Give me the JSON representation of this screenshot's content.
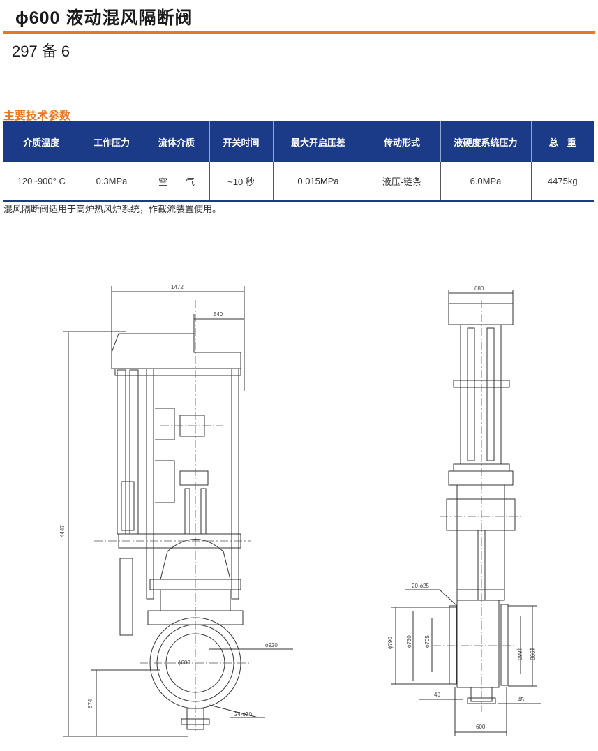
{
  "header": {
    "title": "ϕ600 液动混风隔断阀",
    "code": "297 备 6"
  },
  "section_title": "主要技术参数",
  "table": {
    "columns": [
      "介质温度",
      "工作压力",
      "流体介质",
      "开关时间",
      "最大开启压差",
      "传动形式",
      "液硬度系统压力",
      "总　重"
    ],
    "row": [
      "120~900° C",
      "0.3MPa",
      "空　　气",
      "~10 秒",
      "0.015MPa",
      "液压-链条",
      "6.0MPa",
      "4475kg"
    ]
  },
  "note": "混风隔断阀适用于高炉热风炉系统，作截流装置使用。",
  "drawing": {
    "front": {
      "width": "1472",
      "offset": "540",
      "height": "4447",
      "lower": "674",
      "bore": "ϕ600",
      "flange": "ϕ920",
      "holes": "24-ϕ30"
    },
    "side": {
      "top": "680",
      "holes": "20-ϕ25",
      "d1": "ϕ790",
      "d2": "ϕ730",
      "d3": "ϕ705",
      "d4": "ϕ880",
      "d5": "ϕ990",
      "t1": "40",
      "t2": "45",
      "base": "600"
    }
  }
}
